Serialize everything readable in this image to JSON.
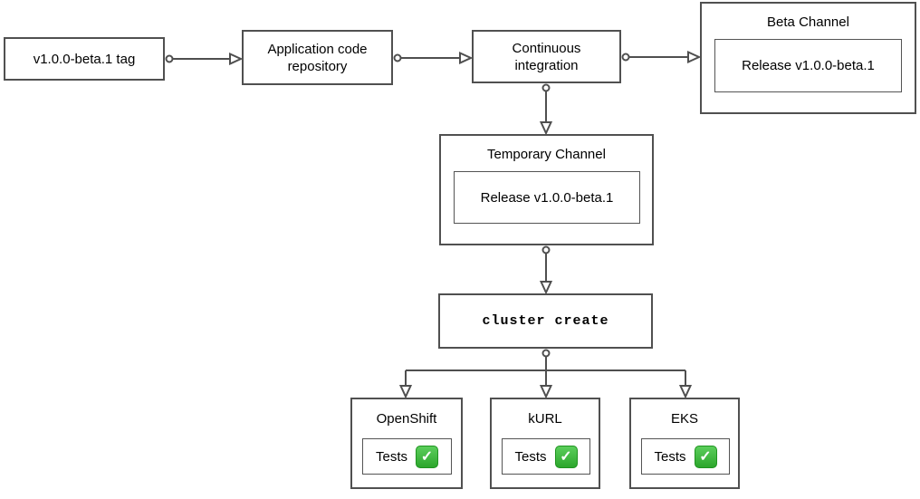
{
  "colors": {
    "background": "#ffffff",
    "stroke": "#4f4f4f",
    "text": "#000000",
    "check_green": "#2ca62c"
  },
  "icons": {
    "check_glyph": "✓"
  },
  "nodes": {
    "tag": {
      "label": "v1.0.0-beta.1 tag"
    },
    "repo": {
      "label": "Application code repository"
    },
    "ci": {
      "label": "Continuous integration"
    },
    "beta_channel": {
      "title": "Beta Channel",
      "release": "Release v1.0.0-beta.1"
    },
    "temp_channel": {
      "title": "Temporary Channel",
      "release": "Release v1.0.0-beta.1"
    },
    "cluster_create": {
      "label": "cluster create"
    },
    "clusters": [
      {
        "title": "OpenShift",
        "tests_label": "Tests",
        "status": "passed"
      },
      {
        "title": "kURL",
        "tests_label": "Tests",
        "status": "passed"
      },
      {
        "title": "EKS",
        "tests_label": "Tests",
        "status": "passed"
      }
    ]
  },
  "edges": [
    {
      "from": "v1.0.0-beta.1 tag",
      "to": "Application code repository"
    },
    {
      "from": "Application code repository",
      "to": "Continuous integration"
    },
    {
      "from": "Continuous integration",
      "to": "Beta Channel"
    },
    {
      "from": "Continuous integration",
      "to": "Temporary Channel"
    },
    {
      "from": "Temporary Channel",
      "to": "cluster create"
    },
    {
      "from": "cluster create",
      "to": "OpenShift"
    },
    {
      "from": "cluster create",
      "to": "kURL"
    },
    {
      "from": "cluster create",
      "to": "EKS"
    }
  ]
}
